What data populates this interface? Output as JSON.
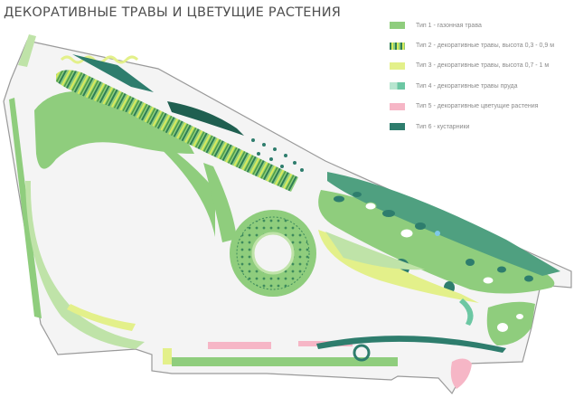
{
  "title": "ДЕКОРАТИВНЫЕ ТРАВЫ И ЦВЕТУЩИЕ РАСТЕНИЯ",
  "legend": [
    {
      "label": "Тип 1 - газонная трава",
      "color": "#8fcd7d"
    },
    {
      "label": "Тип 2 - декоративные травы, высота 0,3 - 0,9 м",
      "color": "#2f7f55"
    },
    {
      "label": "Тип 3 - декоративные травы, высота 0,7 - 1 м",
      "color": "#e3f08a"
    },
    {
      "label": "Тип 4 - декоративные травы пруда",
      "color": "#6cc7a3"
    },
    {
      "label": "Тип 5 - декоративные цветущие растения",
      "color": "#f6b6c6"
    },
    {
      "label": "Тип 6 - кустарники",
      "color": "#2e7d6d"
    }
  ],
  "colors": {
    "lawn": "#8fcd7d",
    "lawn_light": "#bfe3a8",
    "tall_grass": "#e3f08a",
    "pond_grass": "#b7e5cf",
    "flowers": "#f6b6c6",
    "shrubs": "#2e7d6d",
    "outline": "#9a9a9a"
  }
}
